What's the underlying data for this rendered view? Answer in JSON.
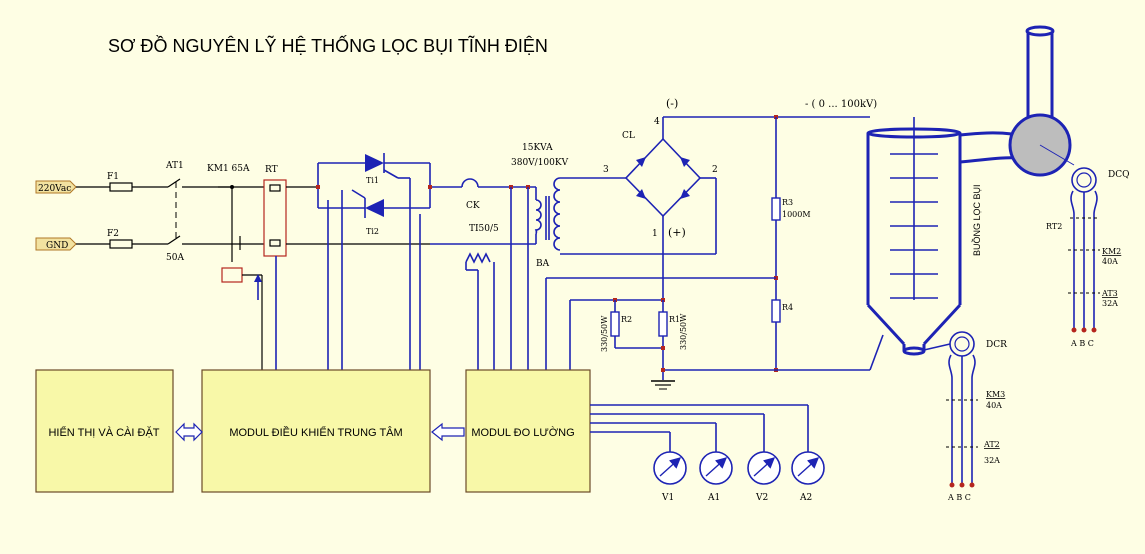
{
  "title": "SƠ ĐỒ NGUYÊN LỸ HỆ THỐNG LỌC BỤI TĨNH ĐIỆN",
  "inputs": {
    "ac": "220Vac",
    "gnd": "GND"
  },
  "components": {
    "f1": "F1",
    "f2": "F2",
    "at1": "AT1",
    "at1_rating": "50A",
    "km1": "KM1 65A",
    "rt": "RT",
    "ti1": "Ti1",
    "ti2": "Ti2",
    "ck": "CK",
    "ti505": "TI50/5",
    "transformer_power": "15KVA",
    "transformer_voltage": "380V/100KV",
    "ba": "BA",
    "cl": "CL",
    "node_minus": "(-)",
    "node_plus": "(+)",
    "pin1": "1",
    "pin2": "2",
    "pin3": "3",
    "pin4": "4",
    "output_range": "- ( 0 ... 100kV)",
    "r3": "R3",
    "r3_value": "1000M",
    "r4": "R4",
    "r1": "R1",
    "r1_value": "330/50W",
    "r2": "R2",
    "r2_value": "330/50W",
    "chamber": "BUỒNG LỌC BỤI",
    "dcq": "DCQ",
    "rt2": "RT2",
    "km2": "KM2",
    "km2_rating": "40A",
    "at3": "AT3",
    "at3_rating": "32A",
    "dcr": "DCR",
    "km3": "KM3",
    "km3_rating": "40A",
    "at2": "AT2",
    "at2_rating": "32A",
    "abc1": "A  B  C",
    "abc2": "A  B  C"
  },
  "modules": {
    "display": "HIỂN THỊ VÀ CÀI ĐẶT",
    "control": "MODUL ĐIỀU KHIỂN TRUNG TÂM",
    "measure": "MODUL ĐO LƯỜNG"
  },
  "meters": [
    "V1",
    "A1",
    "V2",
    "A2"
  ],
  "colors": {
    "wire": "#1d23b4",
    "node": "#b5261e",
    "module_fill": "#f8f8a8",
    "background": "#fefee4"
  }
}
